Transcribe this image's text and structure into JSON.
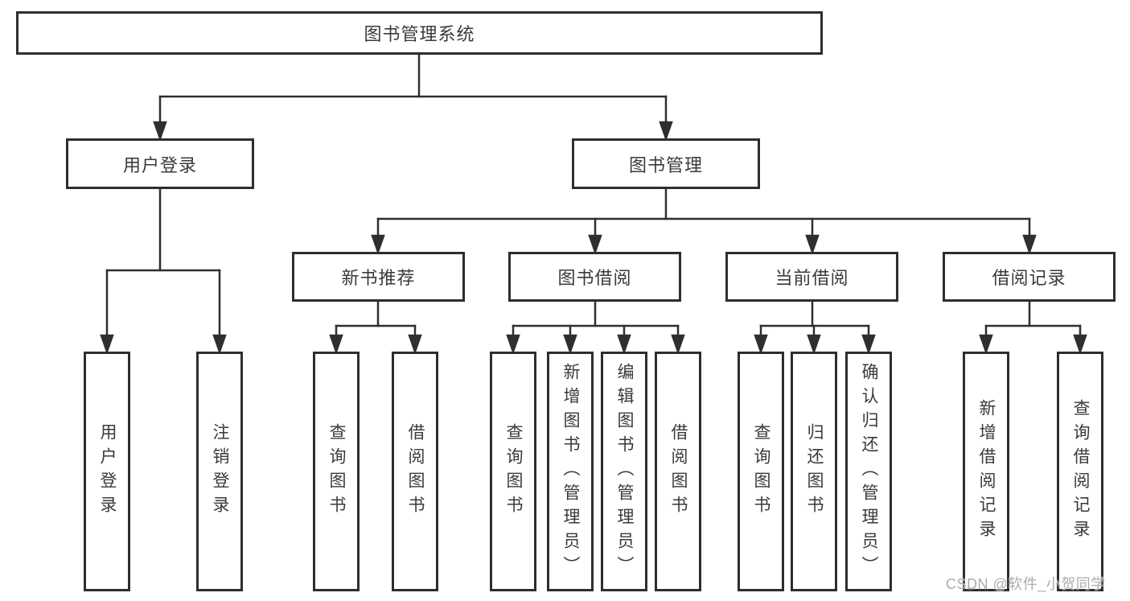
{
  "diagram": {
    "title": "图书管理系统",
    "watermark": "CSDN @软件_小贺同学",
    "colors": {
      "line": "#2f2f2f",
      "box_border": "#2e2e2e",
      "text": "#3a3a3a",
      "watermark": "#a8a8a8",
      "background": "#ffffff"
    },
    "level2": [
      {
        "label": "用户登录"
      },
      {
        "label": "图书管理"
      }
    ],
    "level3": [
      {
        "label": "新书推荐"
      },
      {
        "label": "图书借阅"
      },
      {
        "label": "当前借阅"
      },
      {
        "label": "借阅记录"
      }
    ],
    "leaves": {
      "user_login": [
        "用户登录",
        "注销登录"
      ],
      "new_book_recommend": [
        "查询图书",
        "借阅图书"
      ],
      "book_borrow": [
        "查询图书",
        "新增图书（管理员）",
        "编辑图书（管理员）",
        "借阅图书"
      ],
      "current_borrow": [
        "查询图书",
        "归还图书",
        "确认归还（管理员）"
      ],
      "borrow_records": [
        "新增借阅记录",
        "查询借阅记录"
      ]
    }
  }
}
